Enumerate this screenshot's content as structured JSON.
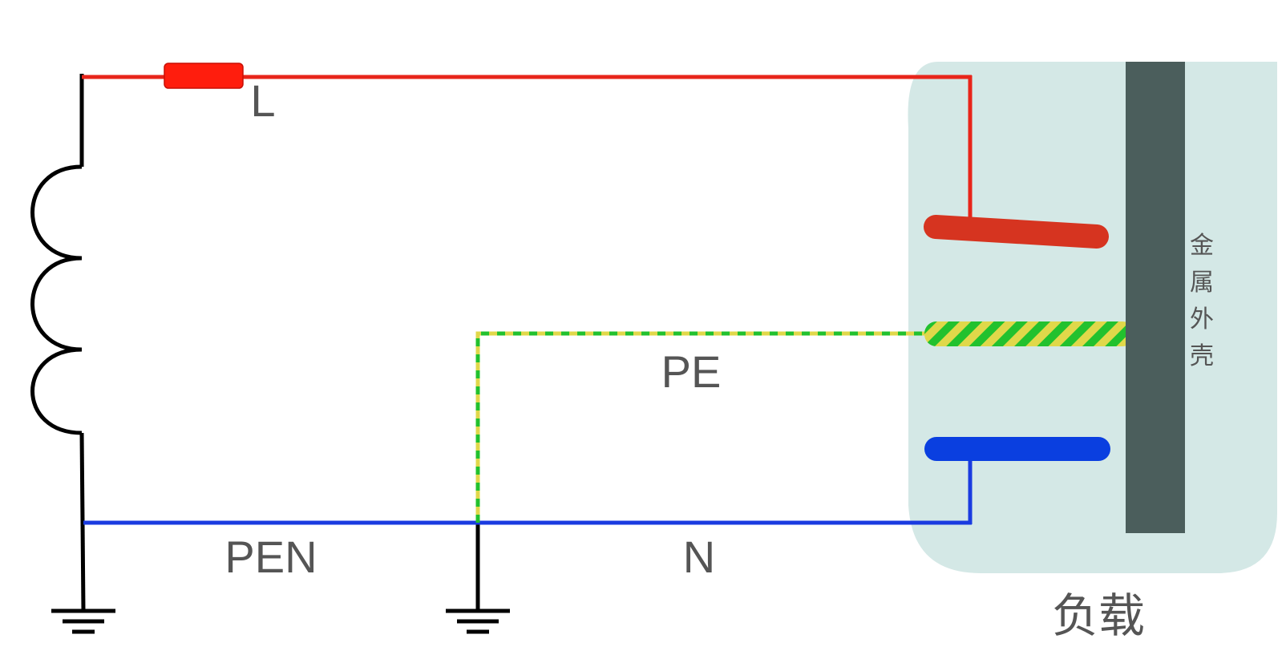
{
  "diagram": {
    "labels": {
      "line": "L",
      "protective_earth": "PE",
      "pen": "PEN",
      "neutral": "N",
      "load": "负载",
      "enclosure_chars": [
        "金",
        "属",
        "外",
        "壳"
      ]
    },
    "colors": {
      "line_conductor": "#e8251a",
      "line_contact": "#d63420",
      "neutral_conductor": "#1a3be0",
      "neutral_contact": "#0a3fe0",
      "pe_green": "#22c12e",
      "pe_yellow": "#e0d84a",
      "load_fill": "#d4e8e6",
      "enclosure": "#4b5e5c",
      "wire_black": "#000000",
      "text": "#555555"
    }
  }
}
